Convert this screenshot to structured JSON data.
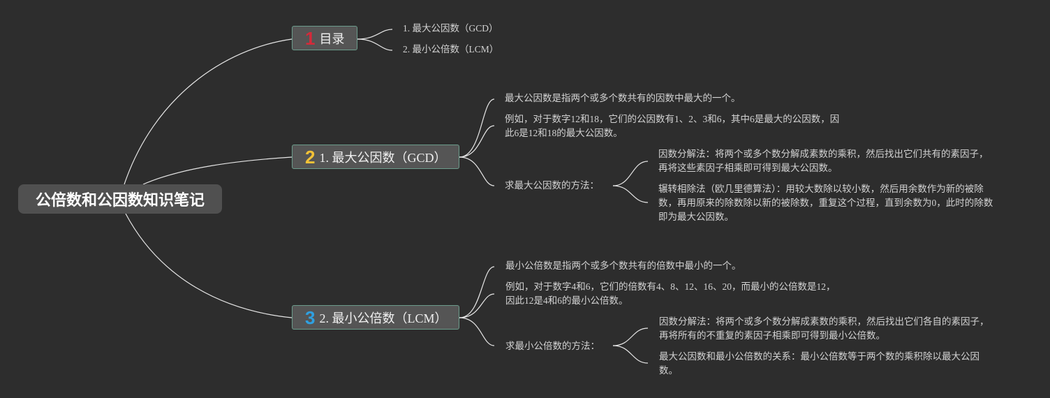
{
  "root": {
    "title": "公倍数和公因数知识笔记"
  },
  "colors": {
    "background": "#2d2d2d",
    "badge1": "#d42a3a",
    "badge2": "#f3c237",
    "badge3": "#2fa0e0",
    "line": "#e6e6e6"
  },
  "topics": [
    {
      "badge": "1",
      "label": "目录"
    },
    {
      "badge": "2",
      "label": "1. 最大公因数（GCD）"
    },
    {
      "badge": "3",
      "label": "2. 最小公倍数（LCM）"
    }
  ],
  "toc": [
    "1. 最大公因数（GCD）",
    "2. 最小公倍数（LCM）"
  ],
  "gcd": {
    "definition": "最大公因数是指两个或多个数共有的因数中最大的一个。",
    "example": [
      "例如，对于数字12和18，它们的公因数有1、2、3和6，其中6是最大的公因数，因",
      "此6是12和18的最大公因数。"
    ],
    "methods_label": "求最大公因数的方法：",
    "method1": [
      "因数分解法：将两个或多个数分解成素数的乘积，然后找出它们共有的素因子，",
      "再将这些素因子相乘即可得到最大公因数。"
    ],
    "method2": [
      "辗转相除法（欧几里德算法）：用较大数除以较小数，然后用余数作为新的被除",
      "数，再用原来的除数除以新的被除数，重复这个过程，直到余数为0，此时的除数",
      "即为最大公因数。"
    ]
  },
  "lcm": {
    "definition": "最小公倍数是指两个或多个数共有的倍数中最小的一个。",
    "example": [
      "例如，对于数字4和6，它们的倍数有4、8、12、16、20，而最小的公倍数是12，",
      "因此12是4和6的最小公倍数。"
    ],
    "methods_label": "求最小公倍数的方法：",
    "method1": [
      "因数分解法：将两个或多个数分解成素数的乘积，然后找出它们各自的素因子，",
      "再将所有的不重复的素因子相乘即可得到最小公倍数。"
    ],
    "method2": [
      "最大公因数和最小公倍数的关系：最小公倍数等于两个数的乘积除以最大公因",
      "数。"
    ]
  }
}
